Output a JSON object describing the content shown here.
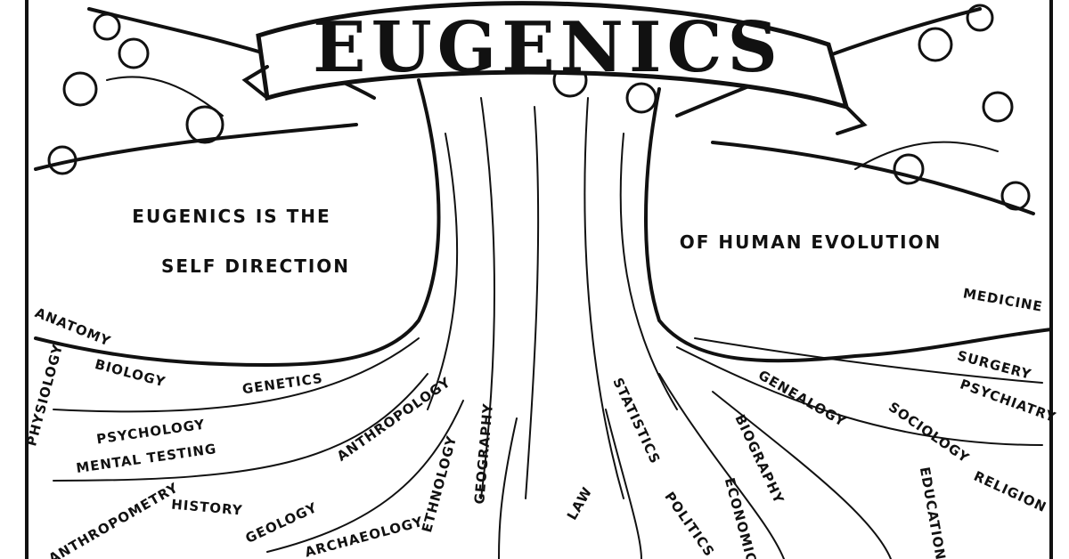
{
  "banner_title": "EUGENICS",
  "motto": {
    "line1": "EUGENICS IS THE",
    "line2": "SELF DIRECTION",
    "line3": "OF HUMAN EVOLUTION"
  },
  "roots": [
    "ANATOMY",
    "PHYSIOLOGY",
    "BIOLOGY",
    "GENETICS",
    "PSYCHOLOGY",
    "MENTAL TESTING",
    "ANTHROPOMETRY",
    "HISTORY",
    "GEOLOGY",
    "ARCHAEOLOGY",
    "ANTHROPOLOGY",
    "ETHNOLOGY",
    "GEOGRAPHY",
    "LAW",
    "STATISTICS",
    "POLITICS",
    "ECONOMICS",
    "BIOGRAPHY",
    "GENEALOGY",
    "SOCIOLOGY",
    "EDUCATION",
    "RELIGION",
    "PSYCHIATRY",
    "SURGERY",
    "MEDICINE"
  ],
  "colors": {
    "ink": "#111111",
    "paper": "#ffffff"
  }
}
